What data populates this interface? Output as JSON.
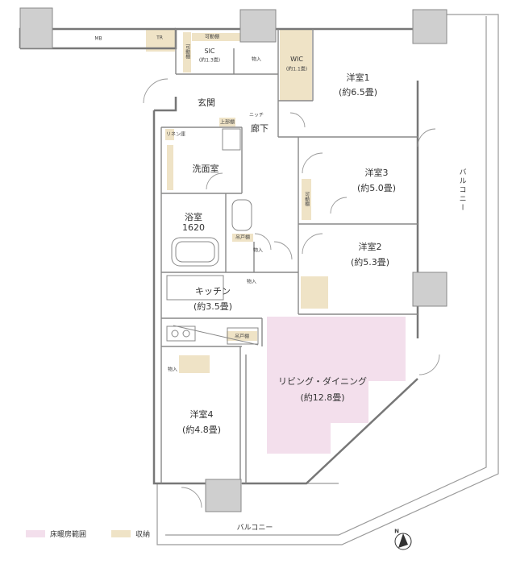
{
  "colors": {
    "heating": "#f3dfec",
    "storage": "#efe3c6",
    "column": "#cfcfcf",
    "wall": "#777777"
  },
  "labels": {
    "mb": "MB",
    "tr": "TR",
    "sic": "SIC",
    "sic_area": "(約1.3畳)",
    "movable_shelf": "可動棚",
    "movable_shelf_v": "可動棚",
    "mono_a": "物入",
    "wic": "WIC",
    "wic_area": "(約1.1畳)",
    "genkan": "玄関",
    "niche": "ニッチ",
    "jobudana": "上部棚",
    "roka": "廊下",
    "linen": "リネン庫",
    "senmen": "洗面室",
    "yokushitsu": "浴室",
    "yokushitsu_size": "1620",
    "gekobako_a": "吊戸棚",
    "mono_b": "物入",
    "mono_c": "物入",
    "kitchen": "キッチン",
    "kitchen_area": "(約3.5畳)",
    "gekobako_b": "吊戸棚",
    "mono_d": "物入",
    "yoshitsu1": "洋室1",
    "yoshitsu1_area": "(約6.5畳)",
    "yoshitsu3": "洋室3",
    "yoshitsu3_area": "(約5.0畳)",
    "movable_shelf_3": "可動棚",
    "yoshitsu2": "洋室2",
    "yoshitsu2_area": "(約5.3畳)",
    "yoshitsu4": "洋室4",
    "yoshitsu4_area": "(約4.8畳)",
    "ldk": "リビング・ダイニング",
    "ldk_area": "(約12.8畳)",
    "balcony_east": "バルコニー",
    "balcony_south": "バルコニー",
    "north": "N"
  },
  "legend": {
    "heating": "床暖房範囲",
    "storage": "収納"
  }
}
